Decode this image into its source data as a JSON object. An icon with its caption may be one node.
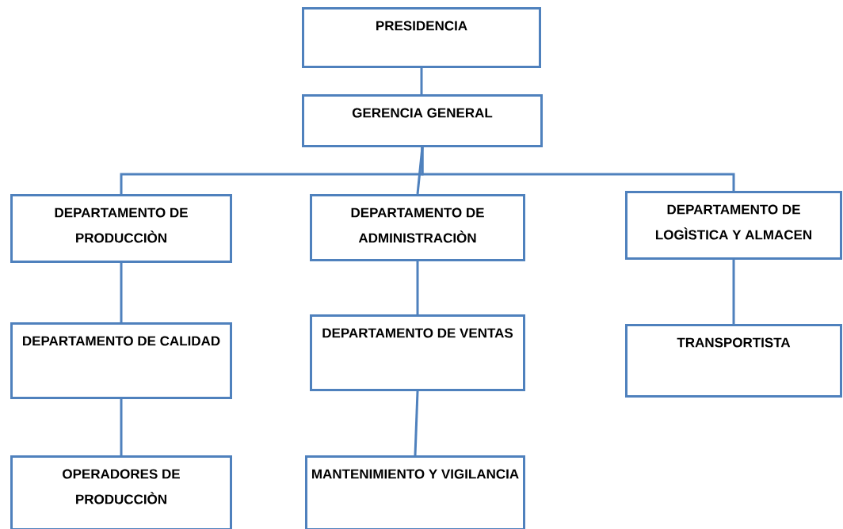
{
  "diagram": {
    "nodes": [
      {
        "text": [
          "PRESIDENCIA"
        ]
      },
      {
        "text": [
          "GERENCIA GENERAL"
        ]
      },
      {
        "text": [
          "DEPARTAMENTO DE PRODUCCIÒN"
        ]
      },
      {
        "text": [
          "DEPARTAMENTO DE ADMINISTRACIÒN"
        ]
      },
      {
        "text": [
          "DEPARTAMENTO DE LOGÌSTICA Y ALMACEN"
        ]
      },
      {
        "text": [
          "DEPARTAMENTO DE CALIDAD"
        ]
      },
      {
        "text": [
          "DEPARTAMENTO DE VENTAS"
        ]
      },
      {
        "text": [
          "TRANSPORTISTA"
        ]
      },
      {
        "text": [
          "OPERADORES DE PRODUCCIÒN"
        ]
      },
      {
        "text": [
          "MANTENIMIENTO Y VIGILANCIA"
        ]
      }
    ],
    "edges": [
      {
        "from": 0,
        "to": 1,
        "arrow": "none"
      },
      {
        "from": 1,
        "to": 2,
        "arrow": "none"
      },
      {
        "from": 1,
        "to": 3,
        "arrow": "none"
      },
      {
        "from": 1,
        "to": 4,
        "arrow": "none"
      },
      {
        "from": 2,
        "to": 5,
        "arrow": "none"
      },
      {
        "from": 5,
        "to": 8,
        "arrow": "none"
      },
      {
        "from": 3,
        "to": 6,
        "arrow": "none"
      },
      {
        "from": 6,
        "to": 9,
        "arrow": "none"
      },
      {
        "from": 4,
        "to": 7,
        "arrow": "none"
      }
    ]
  }
}
